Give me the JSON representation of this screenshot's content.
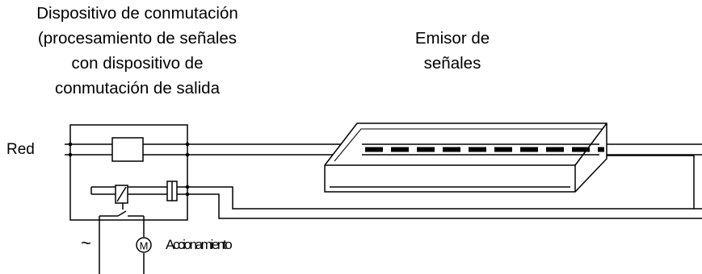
{
  "switching_device": {
    "caption_lines": [
      "Dispositivo de conmutación",
      "(procesamiento de señales",
      "con dispositivo de",
      "conmutación de salida"
    ]
  },
  "signal_transmitter": {
    "caption_lines": [
      "Emisor de",
      "señales"
    ]
  },
  "network_label": "Red",
  "ac_symbol": "~",
  "motor_symbol": "M",
  "drive_label": "Accionamiento",
  "colors": {
    "line": "#000000",
    "background": "#ffffff"
  }
}
